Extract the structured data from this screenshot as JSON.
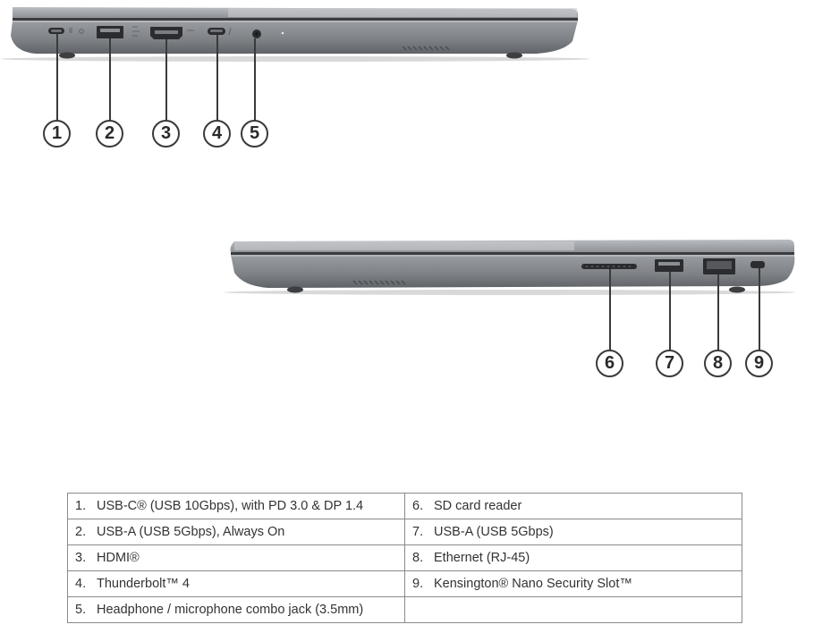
{
  "callouts": [
    "1",
    "2",
    "3",
    "4",
    "5",
    "6",
    "7",
    "8",
    "9"
  ],
  "table": {
    "rows": [
      [
        {
          "num": "1.",
          "text": "USB-C® (USB 10Gbps), with PD 3.0 & DP 1.4"
        },
        {
          "num": "6.",
          "text": "SD card reader"
        }
      ],
      [
        {
          "num": "2.",
          "text": "USB-A (USB 5Gbps), Always On"
        },
        {
          "num": "7.",
          "text": "USB-A (USB 5Gbps)"
        }
      ],
      [
        {
          "num": "3.",
          "text": "HDMI®"
        },
        {
          "num": "8.",
          "text": "Ethernet (RJ-45)"
        }
      ],
      [
        {
          "num": "4.",
          "text": "Thunderbolt™ 4"
        },
        {
          "num": "9.",
          "text": "Kensington® Nano Security Slot™"
        }
      ],
      [
        {
          "num": "5.",
          "text": "Headphone / microphone combo jack (3.5mm)"
        },
        {
          "num": "",
          "text": ""
        }
      ]
    ]
  }
}
